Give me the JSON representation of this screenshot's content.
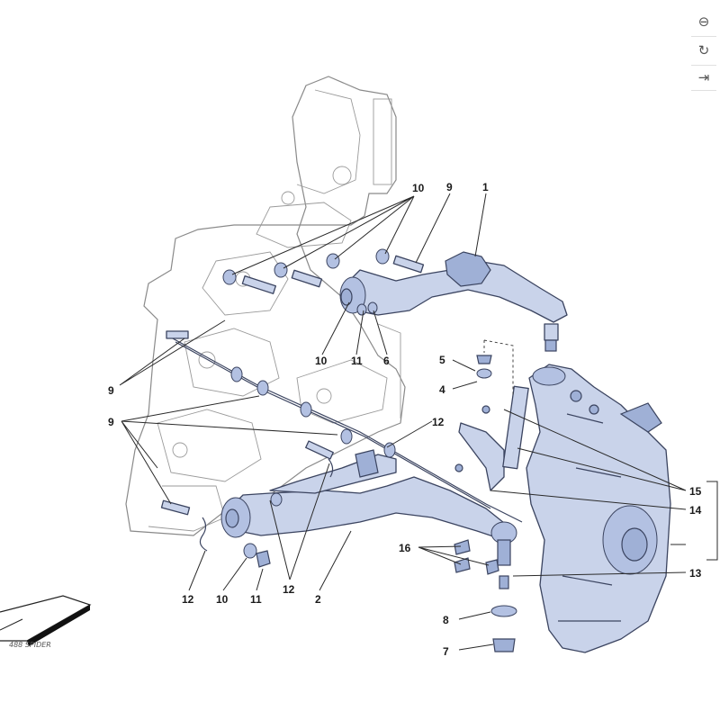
{
  "viewer": {
    "zoom_out_icon": "zoom-out-icon",
    "reset_icon": "rotate-reset-icon",
    "next_icon": "arrow-to-right-icon"
  },
  "logo": {
    "text": "488 SPIDER"
  },
  "callouts": {
    "c1": "1",
    "c2": "2",
    "c4": "4",
    "c5": "5",
    "c6": "6",
    "c7": "7",
    "c8": "8",
    "c9a": "9",
    "c9b": "9",
    "c9c": "9",
    "c10a": "10",
    "c10b": "10",
    "c10c": "10",
    "c11a": "11",
    "c11b": "11",
    "c12a": "12",
    "c12b": "12",
    "c12c": "12",
    "c13": "13",
    "c14": "14",
    "c15": "15",
    "c16": "16"
  },
  "colors": {
    "part_fill": "#c9d3ea",
    "part_stroke": "#3b4460",
    "frame_stroke": "#8a8a8a"
  }
}
